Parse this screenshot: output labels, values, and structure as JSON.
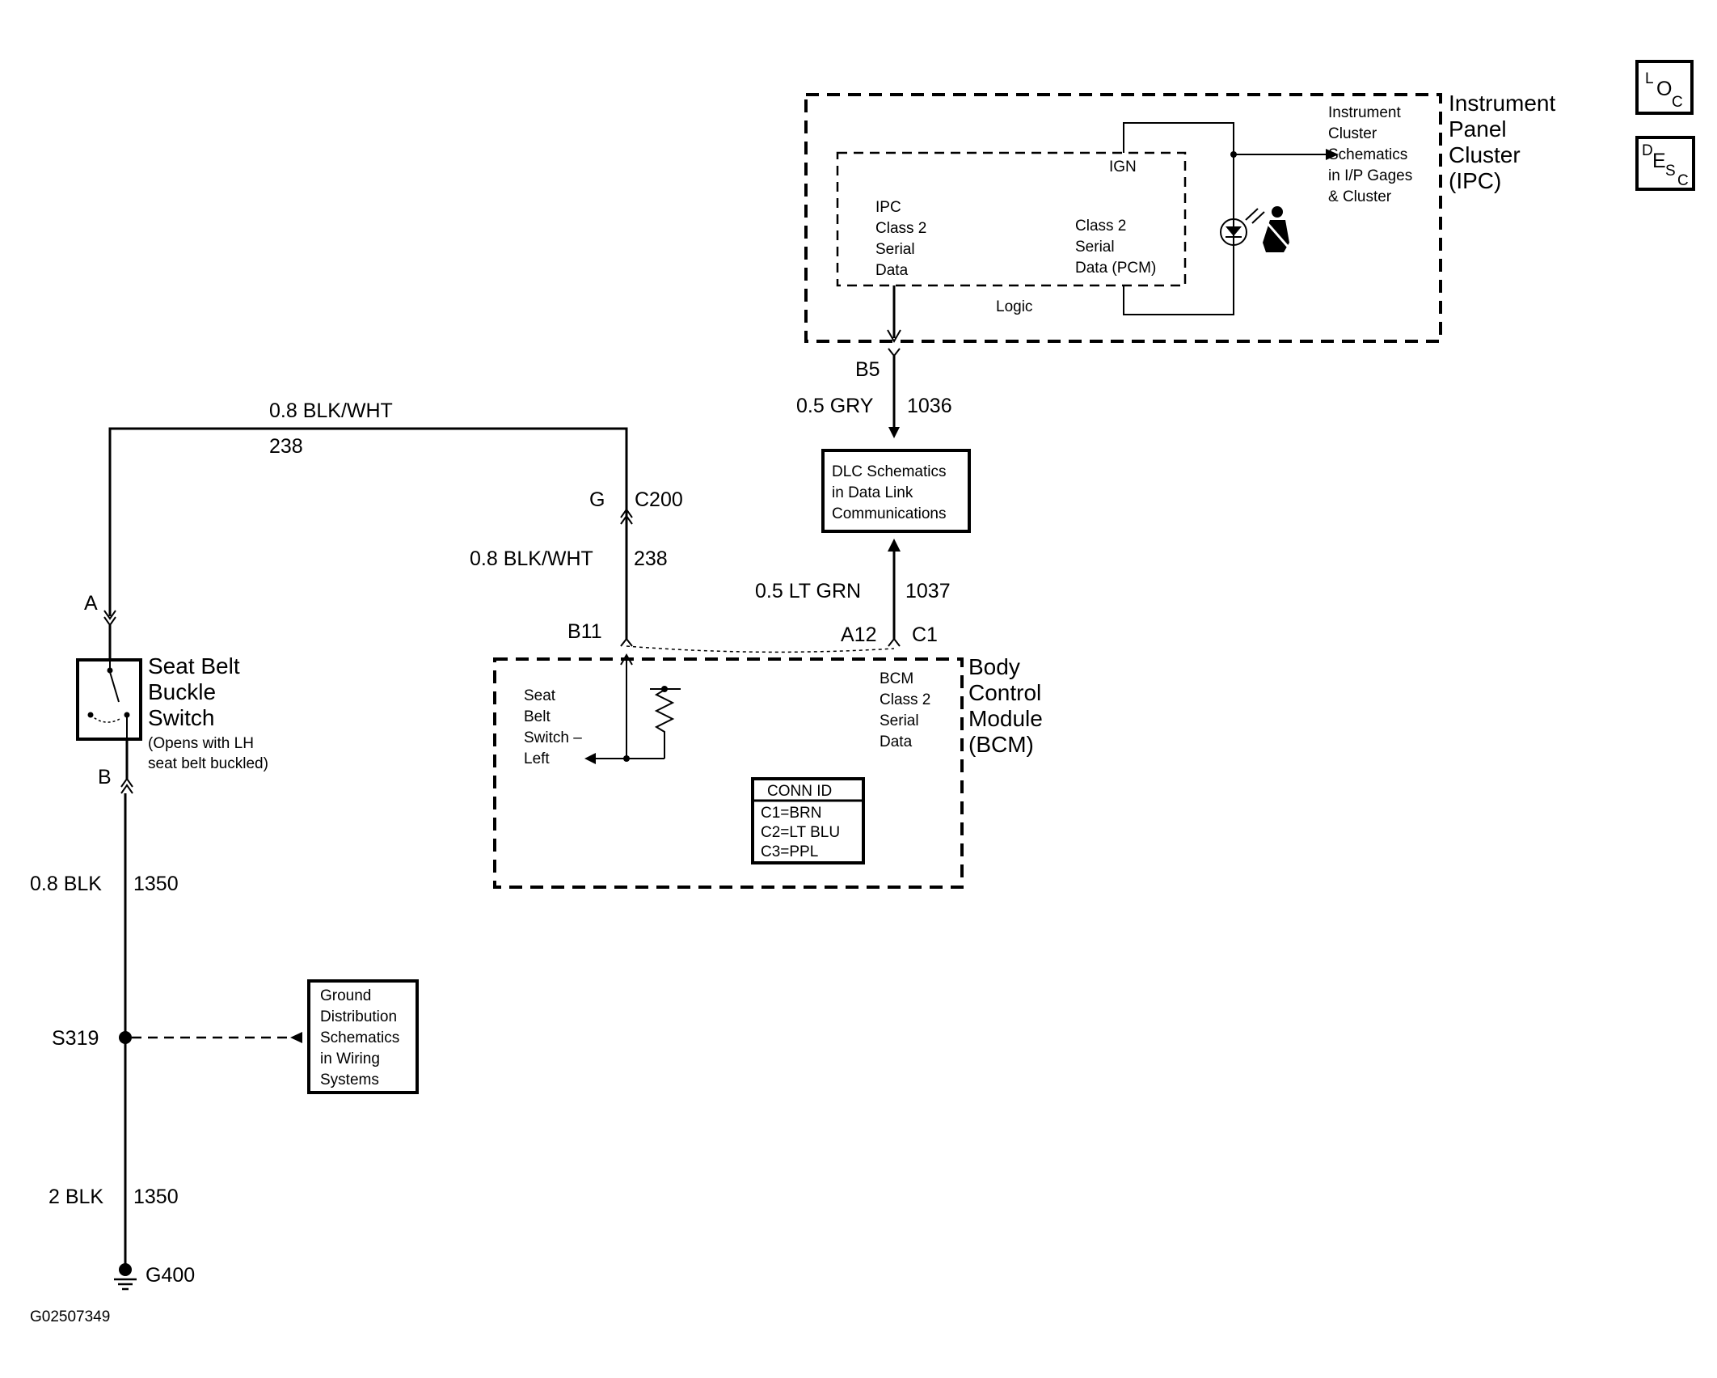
{
  "corner_buttons": {
    "loc": {
      "l": "L",
      "o": "O",
      "c": "C"
    },
    "desc": {
      "d": "D",
      "e": "E",
      "s": "S",
      "c": "C"
    }
  },
  "ipc": {
    "title_lines": [
      "Instrument",
      "Panel",
      "Cluster",
      "(IPC)"
    ],
    "ign": "IGN",
    "logic": "Logic",
    "ipc_serial_lines": [
      "IPC",
      "Class 2",
      "Serial",
      "Data"
    ],
    "pcm_serial_lines": [
      "Class 2",
      "Serial",
      "Data (PCM)"
    ],
    "ref_lines": [
      "Instrument",
      "Cluster",
      "Schematics",
      "in I/P Gages",
      "& Cluster"
    ]
  },
  "dlc_box": {
    "lines": [
      "DLC Schematics",
      "in Data Link",
      "Communications"
    ]
  },
  "bcm": {
    "title_lines": [
      "Body",
      "Control",
      "Module",
      "(BCM)"
    ],
    "switch_lines": [
      "Seat",
      "Belt",
      "Switch –",
      "Left"
    ],
    "serial_lines": [
      "BCM",
      "Class 2",
      "Serial",
      "Data"
    ],
    "conn_header": "CONN ID",
    "conn_lines": [
      "C1=BRN",
      "C2=LT BLU",
      "C3=PPL"
    ]
  },
  "switch": {
    "title_lines": [
      "Seat Belt",
      "Buckle",
      "Switch"
    ],
    "note_lines": [
      "(Opens with LH",
      "seat belt buckled)"
    ]
  },
  "ground_box": {
    "lines": [
      "Ground",
      "Distribution",
      "Schematics",
      "in Wiring",
      "Systems"
    ]
  },
  "pins": {
    "b5": "B5",
    "g": "G",
    "c200": "C200",
    "b11": "B11",
    "a12": "A12",
    "c1": "C1",
    "a": "A",
    "b": "B"
  },
  "wires": {
    "gry_color": "0.5 GRY",
    "gry_circuit": "1036",
    "grn_color": "0.5 LT GRN",
    "grn_circuit": "1037",
    "top_color": "0.8 BLK/WHT",
    "top_circuit": "238",
    "mid_color": "0.8 BLK/WHT",
    "mid_circuit": "238",
    "blk1_color": "0.8 BLK",
    "blk1_circuit": "1350",
    "blk2_color": "2 BLK",
    "blk2_circuit": "1350"
  },
  "splice": "S319",
  "ground": "G400",
  "figure_id": "G02507349"
}
